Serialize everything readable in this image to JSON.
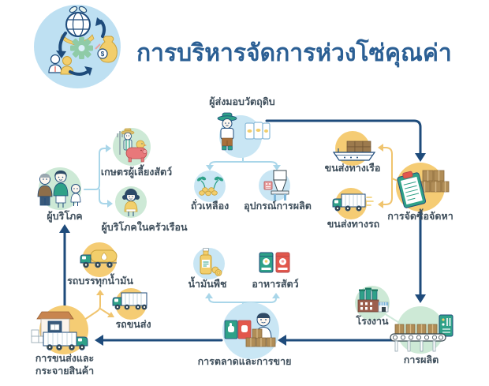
{
  "header": {
    "title": "การบริหารจัดการห่วงโซ่คุณค่า",
    "logo_icon": "value-chain-cycle-icon"
  },
  "nodes": {
    "supplier": {
      "label": "ผู้ส่งมอบวัตถุดิบ"
    },
    "livestock": {
      "label": "เกษตรผู้เลี้ยงสัตว์"
    },
    "consumer": {
      "label": "ผู้บริโภค"
    },
    "household": {
      "label": "ผู้บริโภคในครัวเรือน"
    },
    "soybean": {
      "label": "ถั่วเหลือง"
    },
    "equipment": {
      "label": "อุปกรณ์การผลิต"
    },
    "ship": {
      "label": "ขนส่งทางเรือ"
    },
    "truck_road": {
      "label": "ขนส่งทางรถ"
    },
    "procurement": {
      "label": "การจัดซื้อจัดหา"
    },
    "factory": {
      "label": "โรงงาน"
    },
    "production": {
      "label": "การผลิต"
    },
    "veg_oil": {
      "label": "น้ำมันพืช"
    },
    "animal_feed": {
      "label": "อาหารสัตว์"
    },
    "marketing": {
      "label": "การตลาดและการขาย"
    },
    "tanker": {
      "label": "รถบรรทุกน้ำมัน"
    },
    "transport_truck": {
      "label": "รถขนส่ง"
    },
    "distribution": {
      "label_line1": "การขนส่งและ",
      "label_line2": "กระจายสินค้า"
    }
  },
  "flow": {
    "main_chain": [
      "ผู้ส่งมอบวัตถุดิบ",
      "การจัดซื้อจัดหา",
      "การผลิต",
      "การตลาดและการขาย",
      "การขนส่งและกระจายสินค้า",
      "ผู้บริโภค"
    ],
    "supplier_inputs": [
      "ถั่วเหลือง",
      "อุปกรณ์การผลิต"
    ],
    "procurement_modes": [
      "ขนส่งทางเรือ",
      "ขนส่งทางรถ"
    ],
    "production_site": [
      "โรงงาน"
    ],
    "marketing_products": [
      "น้ำมันพืช",
      "อาหารสัตว์"
    ],
    "distribution_vehicles": [
      "รถบรรทุกน้ำมัน",
      "รถขนส่ง"
    ],
    "consumer_segments": [
      "เกษตรผู้เลี้ยงสัตว์",
      "ผู้บริโภคในครัวเรือน"
    ]
  },
  "colors": {
    "title": "#2B5F94",
    "arrow_dark": "#1E4B7B",
    "connector_blue": "#A9D6E9",
    "connector_yellow": "#F0C46E",
    "connector_green": "#CFE9DB",
    "circle_blue": "#C9E6F4",
    "circle_yellow": "#F5CC74",
    "circle_green": "#CDE9D6",
    "label_text": "#3E4E5B"
  }
}
